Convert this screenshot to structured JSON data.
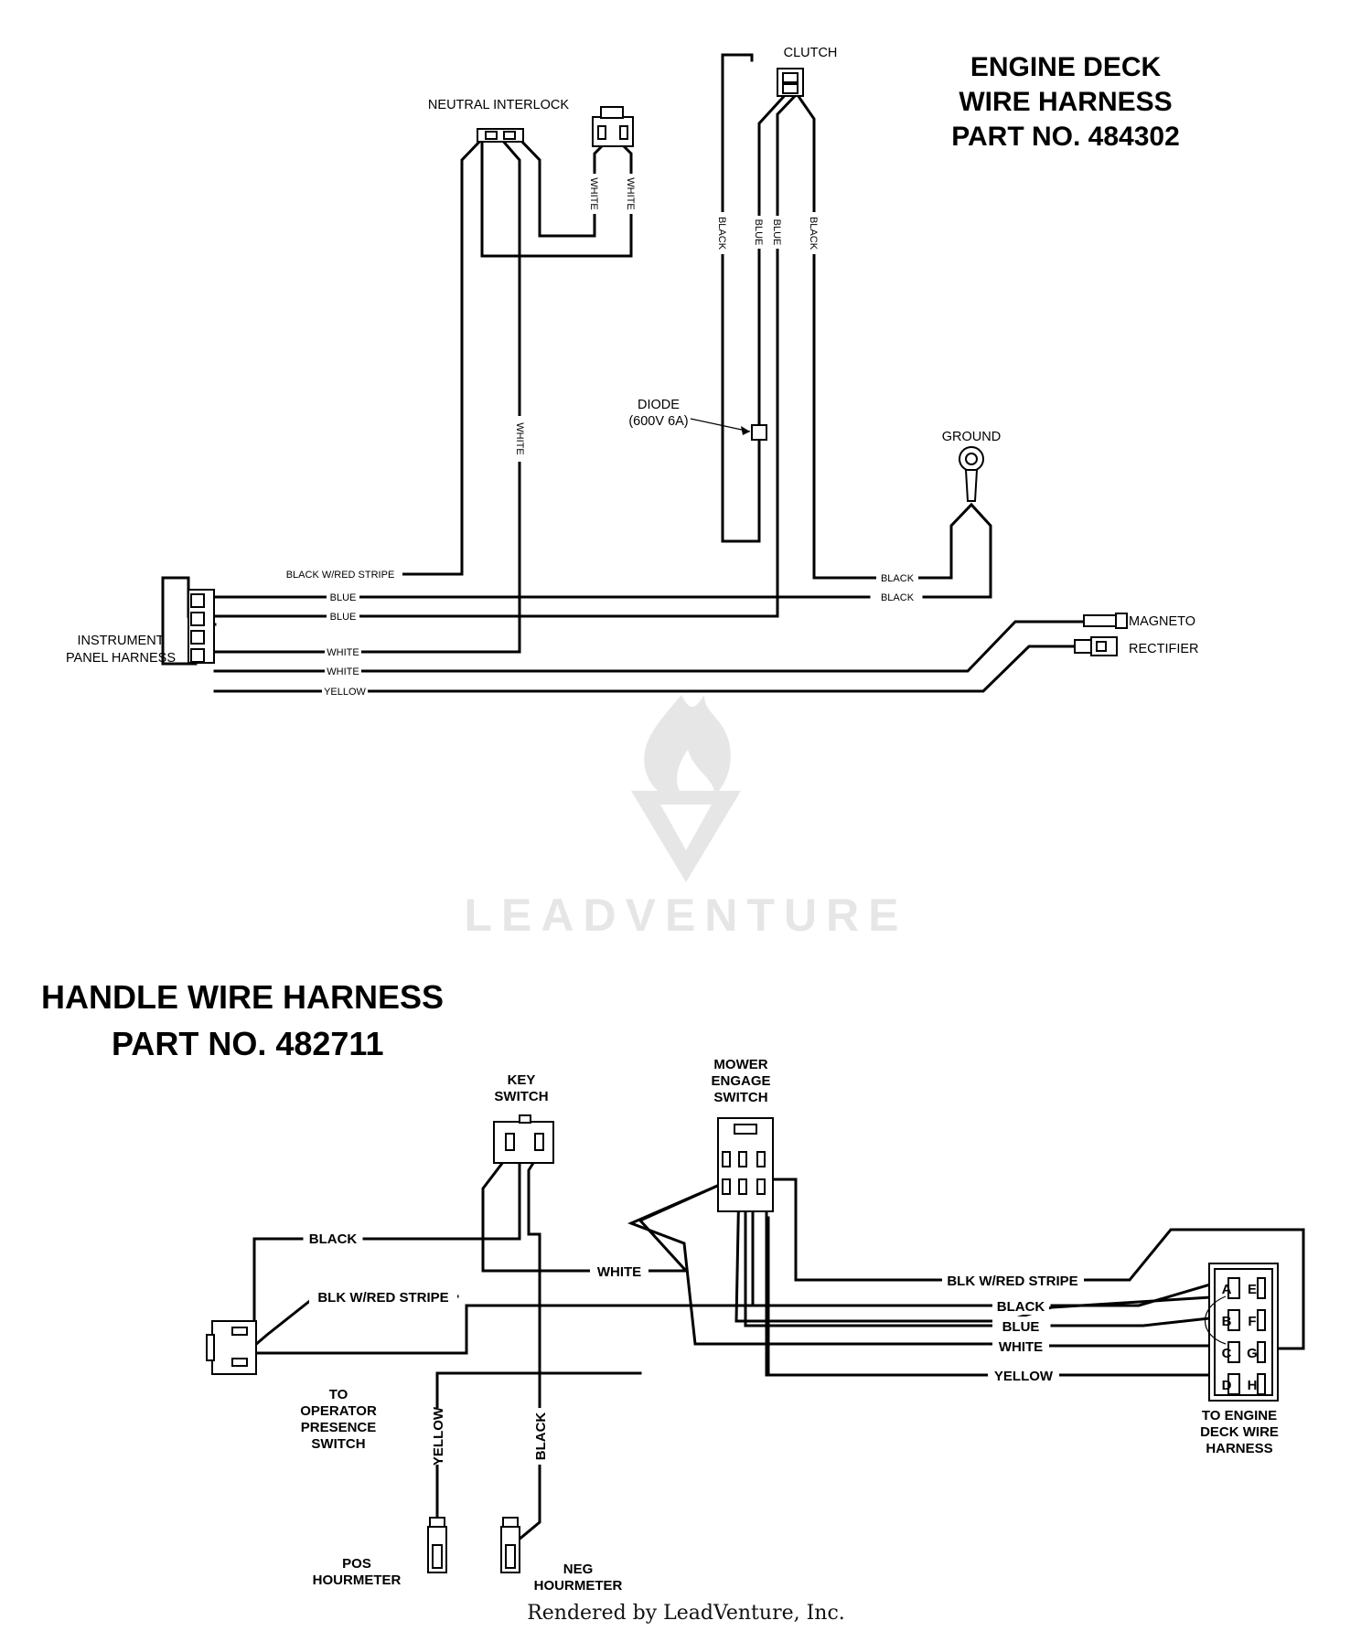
{
  "engine_deck": {
    "title_line1": "ENGINE DECK",
    "title_line2": "WIRE HARNESS",
    "title_line3": "PART NO. 484302",
    "labels": {
      "neutral_interlock": "NEUTRAL INTERLOCK",
      "clutch": "CLUTCH",
      "diode_line1": "DIODE",
      "diode_line2": "(600V 6A)",
      "ground": "GROUND",
      "instrument_line1": "INSTRUMENT",
      "instrument_line2": "PANEL HARNESS",
      "magneto": "MAGNETO",
      "rectifier": "RECTIFIER"
    },
    "wires": {
      "black_red": "BLACK W/RED STRIPE",
      "blue": "BLUE",
      "white": "WHITE",
      "yellow": "YELLOW",
      "black": "BLACK"
    }
  },
  "handle": {
    "title_line1": "HANDLE WIRE HARNESS",
    "title_line2": "PART NO. 482711",
    "labels": {
      "key_line1": "KEY",
      "key_line2": "SWITCH",
      "mower_line1": "MOWER",
      "mower_line2": "ENGAGE",
      "mower_line3": "SWITCH",
      "op_line1": "TO",
      "op_line2": "OPERATOR",
      "op_line3": "PRESENCE",
      "op_line4": "SWITCH",
      "pos_line1": "POS",
      "pos_line2": "HOURMETER",
      "neg_line1": "NEG",
      "neg_line2": "HOURMETER",
      "engine_line1": "TO ENGINE",
      "engine_line2": "DECK WIRE",
      "engine_line3": "HARNESS"
    },
    "wires": {
      "black": "BLACK",
      "white": "WHITE",
      "blk_red": "BLK W/RED STRIPE",
      "blue": "BLUE",
      "yellow": "YELLOW"
    },
    "pins": [
      "A",
      "B",
      "C",
      "D",
      "E",
      "F",
      "G",
      "H"
    ]
  },
  "watermark": "LEADVENTURE",
  "footer": "Rendered by LeadVenture, Inc."
}
